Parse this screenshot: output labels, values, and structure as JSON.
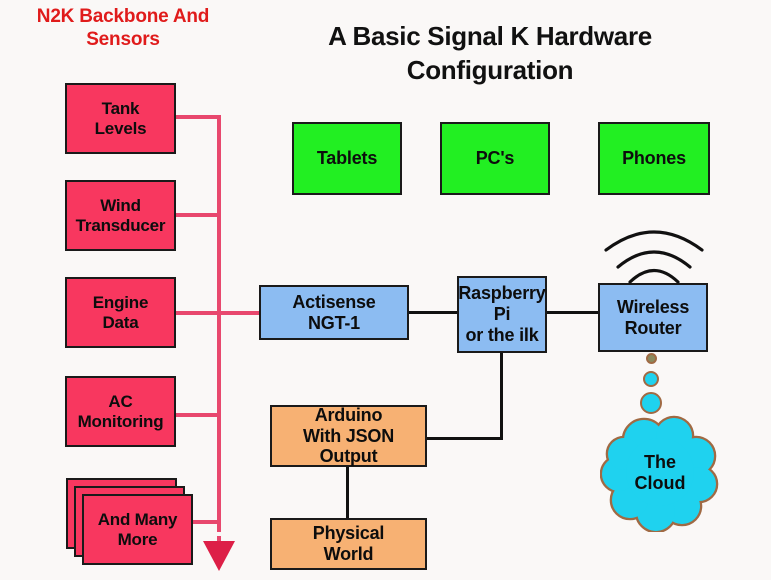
{
  "title": "A Basic Signal K Hardware\nConfiguration",
  "n2k_header": "N2K\nBackbone\nAnd Sensors",
  "colors": {
    "background": "#faf8f7",
    "sensor_red": "#f8375f",
    "client_green": "#22ef22",
    "device_blue": "#8cbcf2",
    "module_orange": "#f7b173",
    "cloud_cyan": "#1fd2ef",
    "cloud_outline": "#a06a44",
    "backbone_line": "#e8486e",
    "header_text": "#e01b1b",
    "node_text": "#0d0d0d"
  },
  "sensors": [
    {
      "label": "Tank\nLevels"
    },
    {
      "label": "Wind\nTransducer"
    },
    {
      "label": "Engine\nData"
    },
    {
      "label": "AC\nMonitoring"
    },
    {
      "label": "And Many\nMore"
    }
  ],
  "clients": [
    {
      "label": "Tablets"
    },
    {
      "label": "PC's"
    },
    {
      "label": "Phones"
    }
  ],
  "devices": [
    {
      "label": "Actisense\nNGT-1"
    },
    {
      "label": "Raspberry\nPi\nor the ilk"
    },
    {
      "label": "Wireless\nRouter"
    }
  ],
  "modules": [
    {
      "label": "Arduino\nWith JSON\nOutput"
    },
    {
      "label": "Physical\nWorld"
    }
  ],
  "cloud": {
    "label": "The\nCloud"
  }
}
